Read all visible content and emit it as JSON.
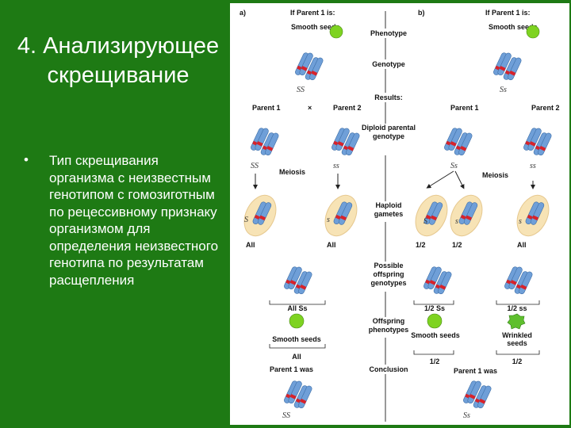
{
  "slide": {
    "title": "4. Анализирующее скрещивание",
    "bullet_marker": "•",
    "bullet_text": "Тип скрещивания организма с неизвестным генотипом с гомозиготным по рецессивному признаку организмом для определения неизвестного генотипа по результатам расщепления"
  },
  "figure": {
    "panel_a": {
      "tag": "a)",
      "if_parent": "If Parent 1 is:",
      "smooth_seeds": "Smooth seeds",
      "genotype_ss": "SS",
      "parent1": "Parent 1",
      "cross": "×",
      "parent2": "Parent 2",
      "p1_genotype": "SS",
      "p2_genotype": "ss",
      "meiosis": "Meiosis",
      "gamete_label_1": "S",
      "gamete_label_2": "s",
      "all_1": "All",
      "all_2": "All",
      "offspring_all": "All Ss",
      "offspring_seed_label": "Smooth seeds",
      "pheno_all": "All",
      "conclusion_prefix": "Parent 1 was",
      "conclusion_genotype": "SS"
    },
    "panel_b": {
      "tag": "b)",
      "if_parent": "If Parent 1 is:",
      "smooth_seeds": "Smooth seeds",
      "genotype_ss": "Ss",
      "parent1": "Parent 1",
      "parent2": "Parent 2",
      "p1_genotype": "Ss",
      "p2_genotype": "ss",
      "meiosis": "Meiosis",
      "gamete_label_1": "S",
      "gamete_label_2": "s",
      "gamete_label_3": "s",
      "half_1": "1/2",
      "half_2": "1/2",
      "all": "All",
      "offspring_1": "1/2 Ss",
      "offspring_2": "1/2 ss",
      "smooth_label": "Smooth seeds",
      "wrinkled_label": "Wrinkled seeds",
      "pheno_1": "1/2",
      "pheno_2": "1/2",
      "conclusion_prefix": "Parent 1 was",
      "conclusion_genotype": "Ss"
    },
    "center": {
      "phenotype": "Phenotype",
      "genotype": "Genotype",
      "results": "Results:",
      "diploid": "Diploid parental genotype",
      "haploid": "Haploid gametes",
      "possible": "Possible offspring genotypes",
      "offspring_phen": "Offspring phenotypes",
      "conclusion": "Conclusion"
    },
    "colors": {
      "chrom_blue": "#6f9fd8",
      "allele_red": "#d8222a",
      "pea_green": "#7ed321",
      "gamete_fill": "#f7e3b5",
      "arrow": "#222222"
    }
  }
}
